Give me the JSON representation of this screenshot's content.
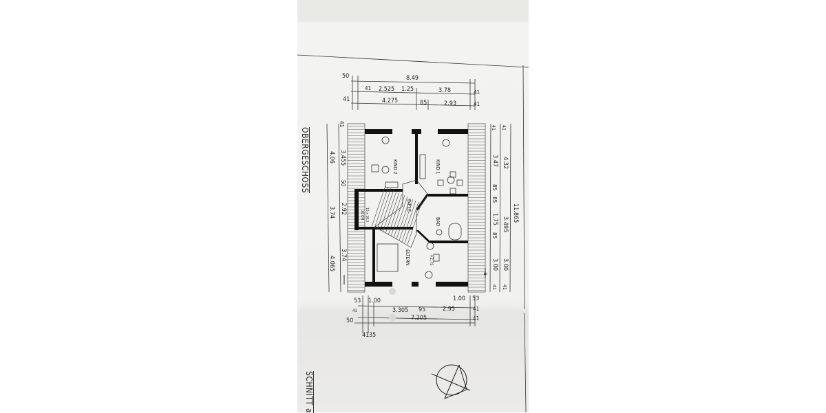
{
  "drawing": {
    "title": "OBERGESCHOSS",
    "section_label": "SCHNITT a",
    "rooms": {
      "kind2": "KIND 2",
      "kind1": "KIND 1",
      "diele": "DIELE",
      "bad": "BAD",
      "eltern": "ELTERN"
    },
    "stair": {
      "steps": "15 x 18.5",
      "tread": "26 CM"
    },
    "level": "+2.75",
    "section_marker": "a"
  },
  "dimensions": {
    "top": [
      "50",
      "8.49",
      "41",
      "2.525",
      "1.25",
      "3.78",
      "41",
      "41",
      "4.275",
      "85",
      "2.93",
      "41"
    ],
    "bottom": [
      "53",
      "1.00",
      "1.00",
      "53",
      "41",
      "3.305",
      "95",
      "2.95",
      "41",
      "50",
      "7.205",
      "41",
      "41",
      "35"
    ],
    "left": [
      "41",
      "3.455",
      "4.06",
      "50",
      "2.92",
      "3.74",
      "3.74",
      "4.065"
    ],
    "right": [
      "41",
      "41",
      "3.47",
      "4.32",
      "85",
      "85",
      "1.75",
      "3.495",
      "85",
      "11.865",
      "3.00",
      "3.00",
      "41",
      "41"
    ]
  }
}
